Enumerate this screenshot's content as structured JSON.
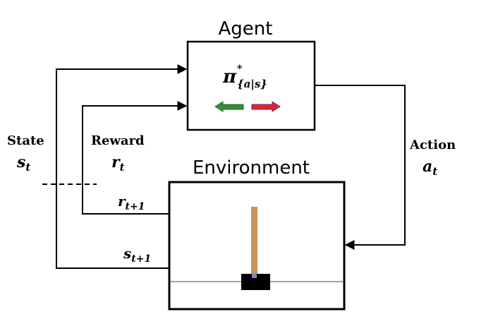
{
  "agent": {
    "title": "Agent",
    "policy_symbol": "π",
    "policy_sup": "*",
    "policy_sub": "{a|s}",
    "left_arrow_color": "#3a8a35",
    "right_arrow_color": "#e0232b"
  },
  "environment": {
    "title": "Environment",
    "pole_color": "#c9925c",
    "cart_color": "#000000"
  },
  "labels": {
    "state_word": "State",
    "state_var": "s",
    "state_sub": "t",
    "reward_word": "Reward",
    "reward_var": "r",
    "reward_sub": "t",
    "action_word": "Action",
    "action_var": "a",
    "action_sub": "t",
    "next_reward_var": "r",
    "next_reward_sub": "t+1",
    "next_state_var": "s",
    "next_state_sub": "t+1"
  }
}
